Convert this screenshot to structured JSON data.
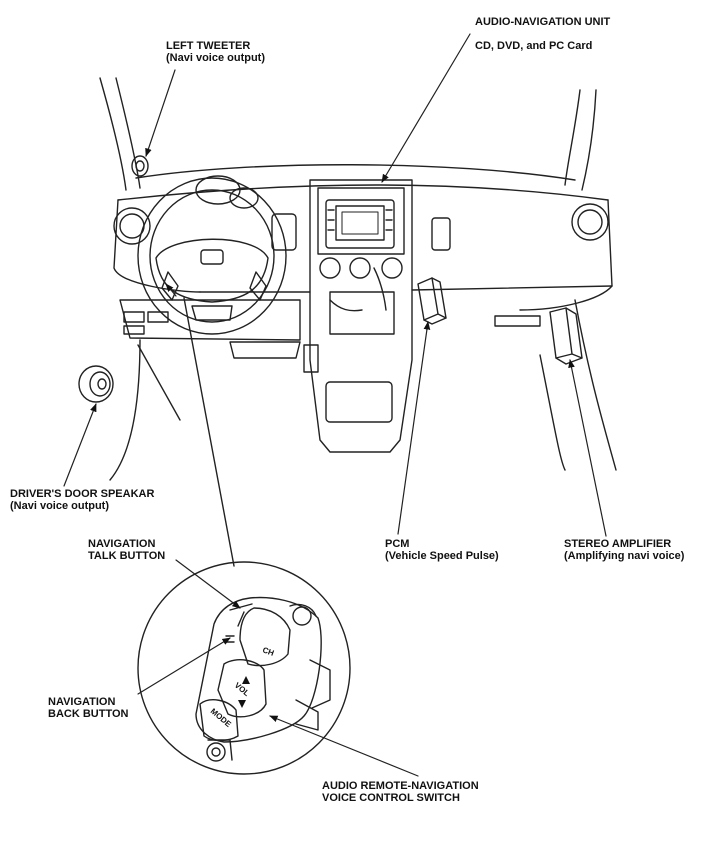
{
  "labels": {
    "left_tweeter": {
      "title": "LEFT TWEETER",
      "sub": "(Navi voice output)"
    },
    "audio_nav_unit": {
      "title": "AUDIO-NAVIGATION UNIT",
      "sub": "CD, DVD, and PC Card"
    },
    "door_speaker": {
      "title": "DRIVER'S DOOR SPEAKAR",
      "sub": "(Navi voice output)"
    },
    "pcm": {
      "title": "PCM",
      "sub": "(Vehicle Speed Pulse)"
    },
    "stereo_amp": {
      "title": "STEREO AMPLIFIER",
      "sub": "(Amplifying navi voice)"
    },
    "talk_button": {
      "line1": "NAVIGATION",
      "line2": "TALK BUTTON"
    },
    "back_button": {
      "line1": "NAVIGATION",
      "line2": "BACK BUTTON"
    },
    "remote_switch": {
      "line1": "AUDIO REMOTE-NAVIGATION",
      "line2": "VOICE CONTROL SWITCH"
    }
  },
  "switch_buttons": {
    "ch": "CH",
    "vol": "VOL",
    "mode": "MODE"
  }
}
